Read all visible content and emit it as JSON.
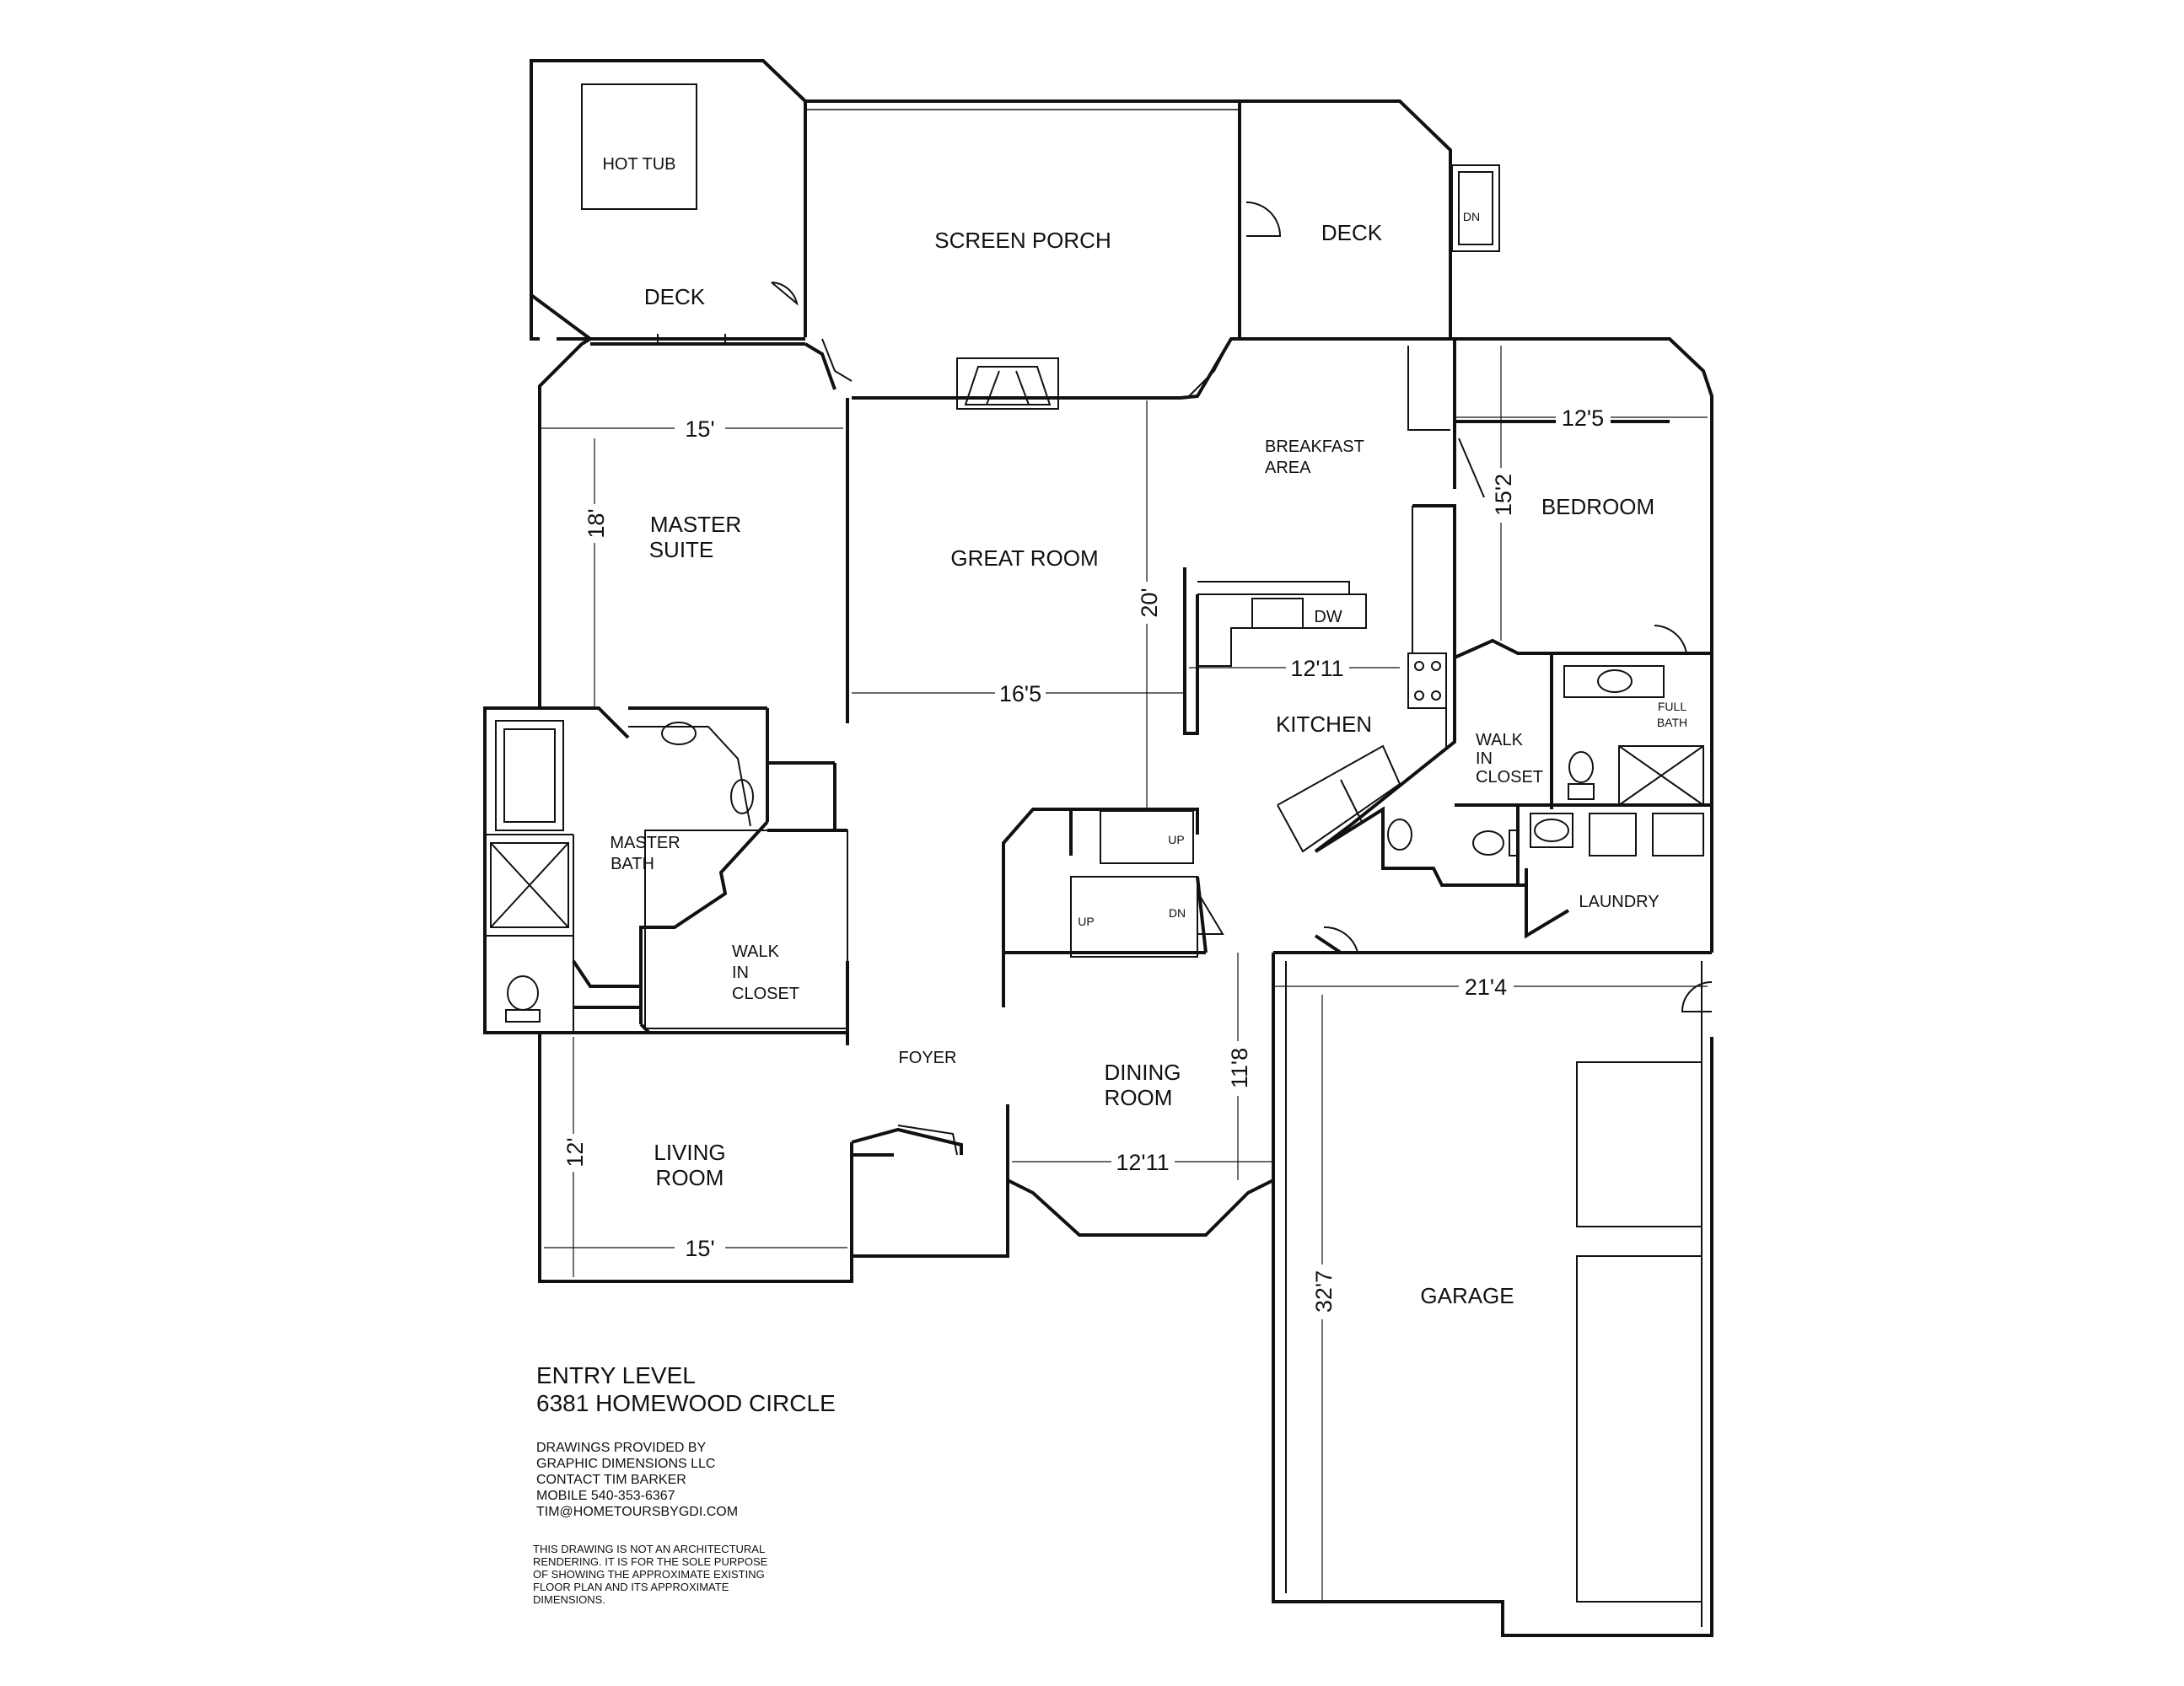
{
  "rooms": {
    "hot_tub": "HOT TUB",
    "deck_left": "DECK",
    "screen_porch": "SCREEN PORCH",
    "deck_right": "DECK",
    "stairs_dn_deck": "DN",
    "master_suite_1": "MASTER",
    "master_suite_2": "SUITE",
    "great_room": "GREAT ROOM",
    "breakfast_1": "BREAKFAST",
    "breakfast_2": "AREA",
    "bedroom": "BEDROOM",
    "kitchen": "KITCHEN",
    "dishwasher": "DW",
    "walk_closet_right_1": "WALK",
    "walk_closet_right_2": "IN",
    "walk_closet_right_3": "CLOSET",
    "full_bath_1": "FULL",
    "full_bath_2": "BATH",
    "master_bath_1": "MASTER",
    "master_bath_2": "BATH",
    "walk_closet_left_1": "WALK",
    "walk_closet_left_2": "IN",
    "walk_closet_left_3": "CLOSET",
    "laundry": "LAUNDRY",
    "stair_up_1": "UP",
    "stair_up_2": "UP",
    "stair_dn": "DN",
    "foyer": "FOYER",
    "dining_1": "DINING",
    "dining_2": "ROOM",
    "living_1": "LIVING",
    "living_2": "ROOM",
    "garage": "GARAGE"
  },
  "dimensions": {
    "master_width": "15'",
    "master_depth": "18'",
    "great_width": "16'5",
    "great_depth": "20'",
    "bedroom_width": "12'5",
    "bedroom_depth": "15'2",
    "kitchen_width": "12'11",
    "garage_width": "21'4",
    "garage_depth": "32'7",
    "dining_width": "12'11",
    "dining_depth": "11'8",
    "living_width": "15'",
    "living_depth": "12'"
  },
  "title": {
    "line1": "ENTRY LEVEL",
    "line2": "6381 HOMEWOOD CIRCLE"
  },
  "credits": [
    "DRAWINGS PROVIDED BY",
    "GRAPHIC DIMENSIONS LLC",
    "CONTACT TIM BARKER",
    "MOBILE 540-353-6367",
    "TIM@HOMETOURSBYGDI.COM"
  ],
  "disclaimer": [
    "THIS DRAWING IS NOT AN ARCHITECTURAL",
    "RENDERING.  IT IS FOR THE SOLE PURPOSE",
    "OF SHOWING THE APPROXIMATE EXISTING",
    "FLOOR PLAN AND ITS APPROXIMATE",
    "DIMENSIONS."
  ]
}
